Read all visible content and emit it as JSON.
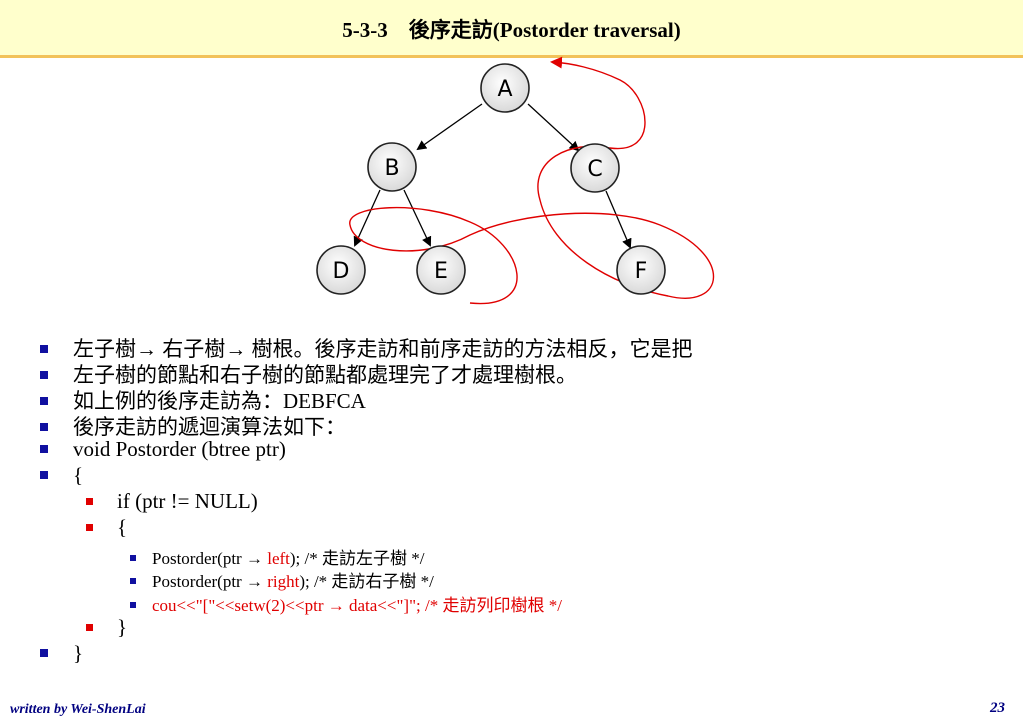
{
  "title": "5-3-3　後序走訪(Postorder traversal)",
  "tree": {
    "nodes": [
      "A",
      "B",
      "C",
      "D",
      "E",
      "F"
    ]
  },
  "bullets": {
    "b1": "左子樹→ 右子樹→ 樹根。後序走訪和前序走訪的方法相反，它是把",
    "b2": "左子樹的節點和右子樹的節點都處理完了才處理樹根。",
    "b3": "如上例的後序走訪為：DEBFCA",
    "b4": "後序走訪的遞迴演算法如下：",
    "b5": "void Postorder (btree ptr)",
    "b6": "{",
    "b7": "if (ptr != NULL)",
    "b8": "{",
    "b9": {
      "pre": "Postorder(ptr → ",
      "red": "left",
      "post": "); /* 走訪左子樹 */"
    },
    "b10": {
      "pre": "Postorder(ptr → ",
      "red": "right",
      "post": "); /* 走訪右子樹 */"
    },
    "b11": "cou<<\"[\"<<setw(2)<<ptr → data<<\"]\"; /* 走訪列印樹根 */",
    "b12": "}",
    "b13": "}"
  },
  "footer": {
    "author": "written by Wei-ShenLai",
    "page": "23"
  },
  "colors": {
    "title_bg": "#ffffcc",
    "title_border": "#f2c25a",
    "bullet_blue": "#1010a0",
    "accent_red": "#e00000"
  }
}
